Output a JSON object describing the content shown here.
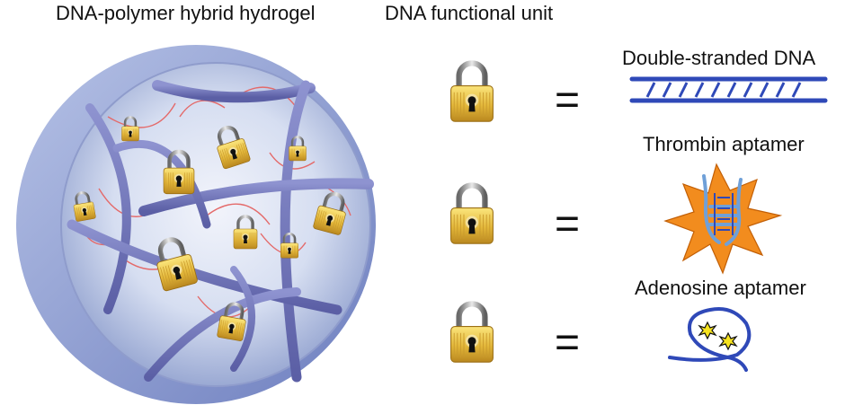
{
  "titles": {
    "left": "DNA-polymer hybrid hydrogel",
    "middle": "DNA functional unit"
  },
  "units": [
    {
      "label": "Double-stranded DNA",
      "equals": "="
    },
    {
      "label": "Thrombin aptamer",
      "equals": "="
    },
    {
      "label": "Adenosine aptamer",
      "equals": "="
    }
  ],
  "colors": {
    "polymer": "#6f73b8",
    "hydrogel": "#c9d6ee",
    "lock_gold": "#e8c24a",
    "dna_blue": "#2f49b8",
    "star_orange": "#f28c1e",
    "crosslink_red": "#e05a5a"
  }
}
